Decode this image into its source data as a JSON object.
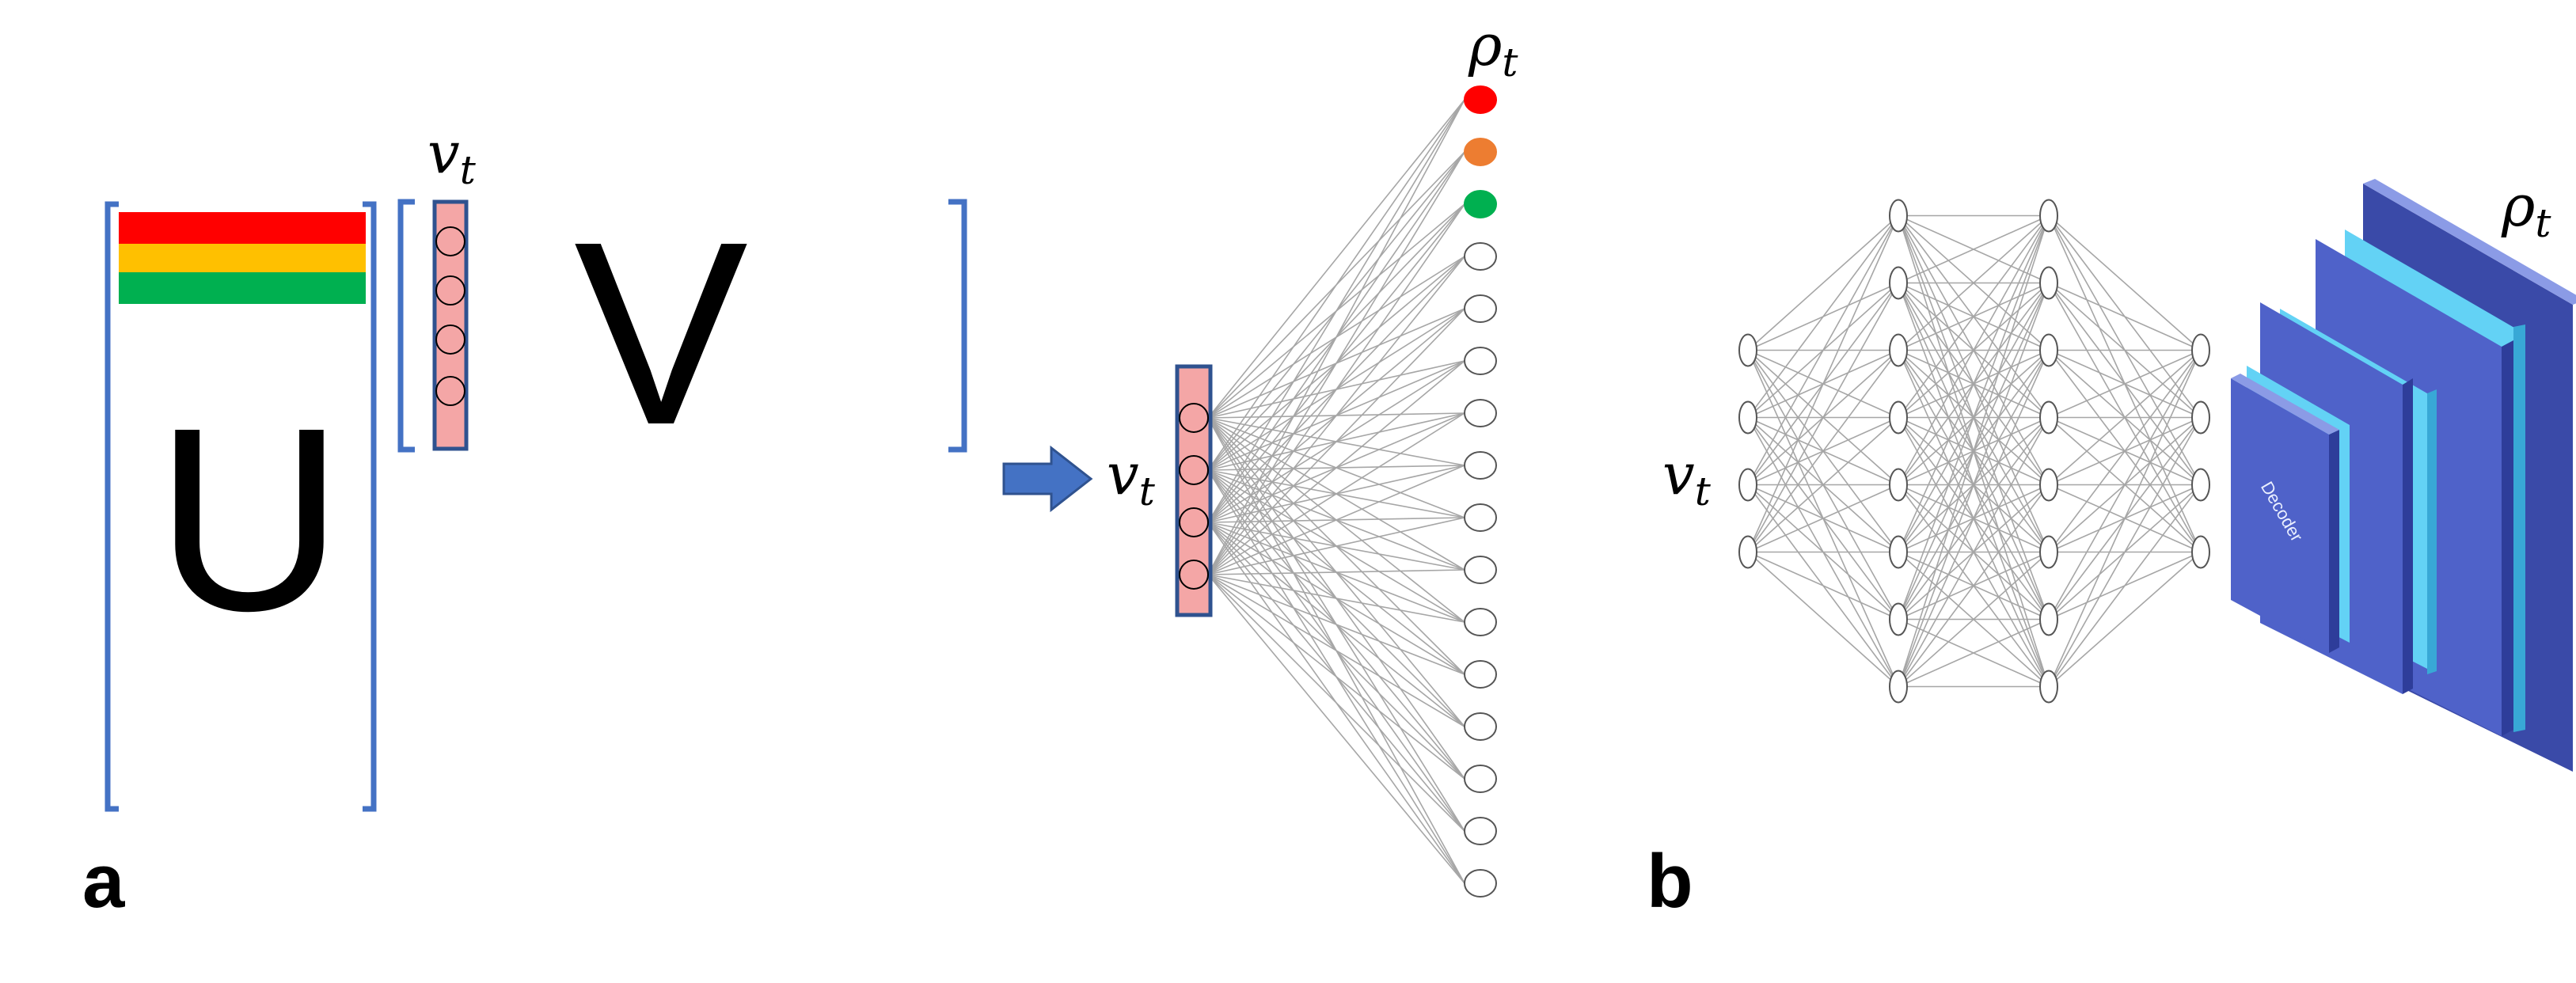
{
  "panels": {
    "a": {
      "label": "a",
      "matrix_u_label": "U",
      "matrix_v_label": "V",
      "vector_label_base": "v",
      "vector_label_sub": "t",
      "output_label_base": "ρ",
      "output_label_sub": "t",
      "stripe_colors": [
        "#ff0000",
        "#ffc000",
        "#00b050"
      ],
      "output_node_colors": [
        "#ff0000",
        "#ed7d31",
        "#00b050"
      ],
      "vector_nodes": 4,
      "output_nodes": 16
    },
    "b": {
      "label": "b",
      "input_label_base": "v",
      "input_label_sub": "t",
      "output_label_base": "ρ",
      "output_label_sub": "t",
      "decoder_text": "Decoder",
      "layer_sizes": [
        4,
        8,
        8,
        4
      ]
    }
  },
  "colors": {
    "bracket": "#4472c4",
    "vector_fill": "#f4a6a6",
    "vector_stroke": "#2f528f",
    "arrow_fill": "#4472c4",
    "edge": "#a6a6a6",
    "block_dark": "#4f62c9",
    "block_light": "#63d2f5"
  }
}
